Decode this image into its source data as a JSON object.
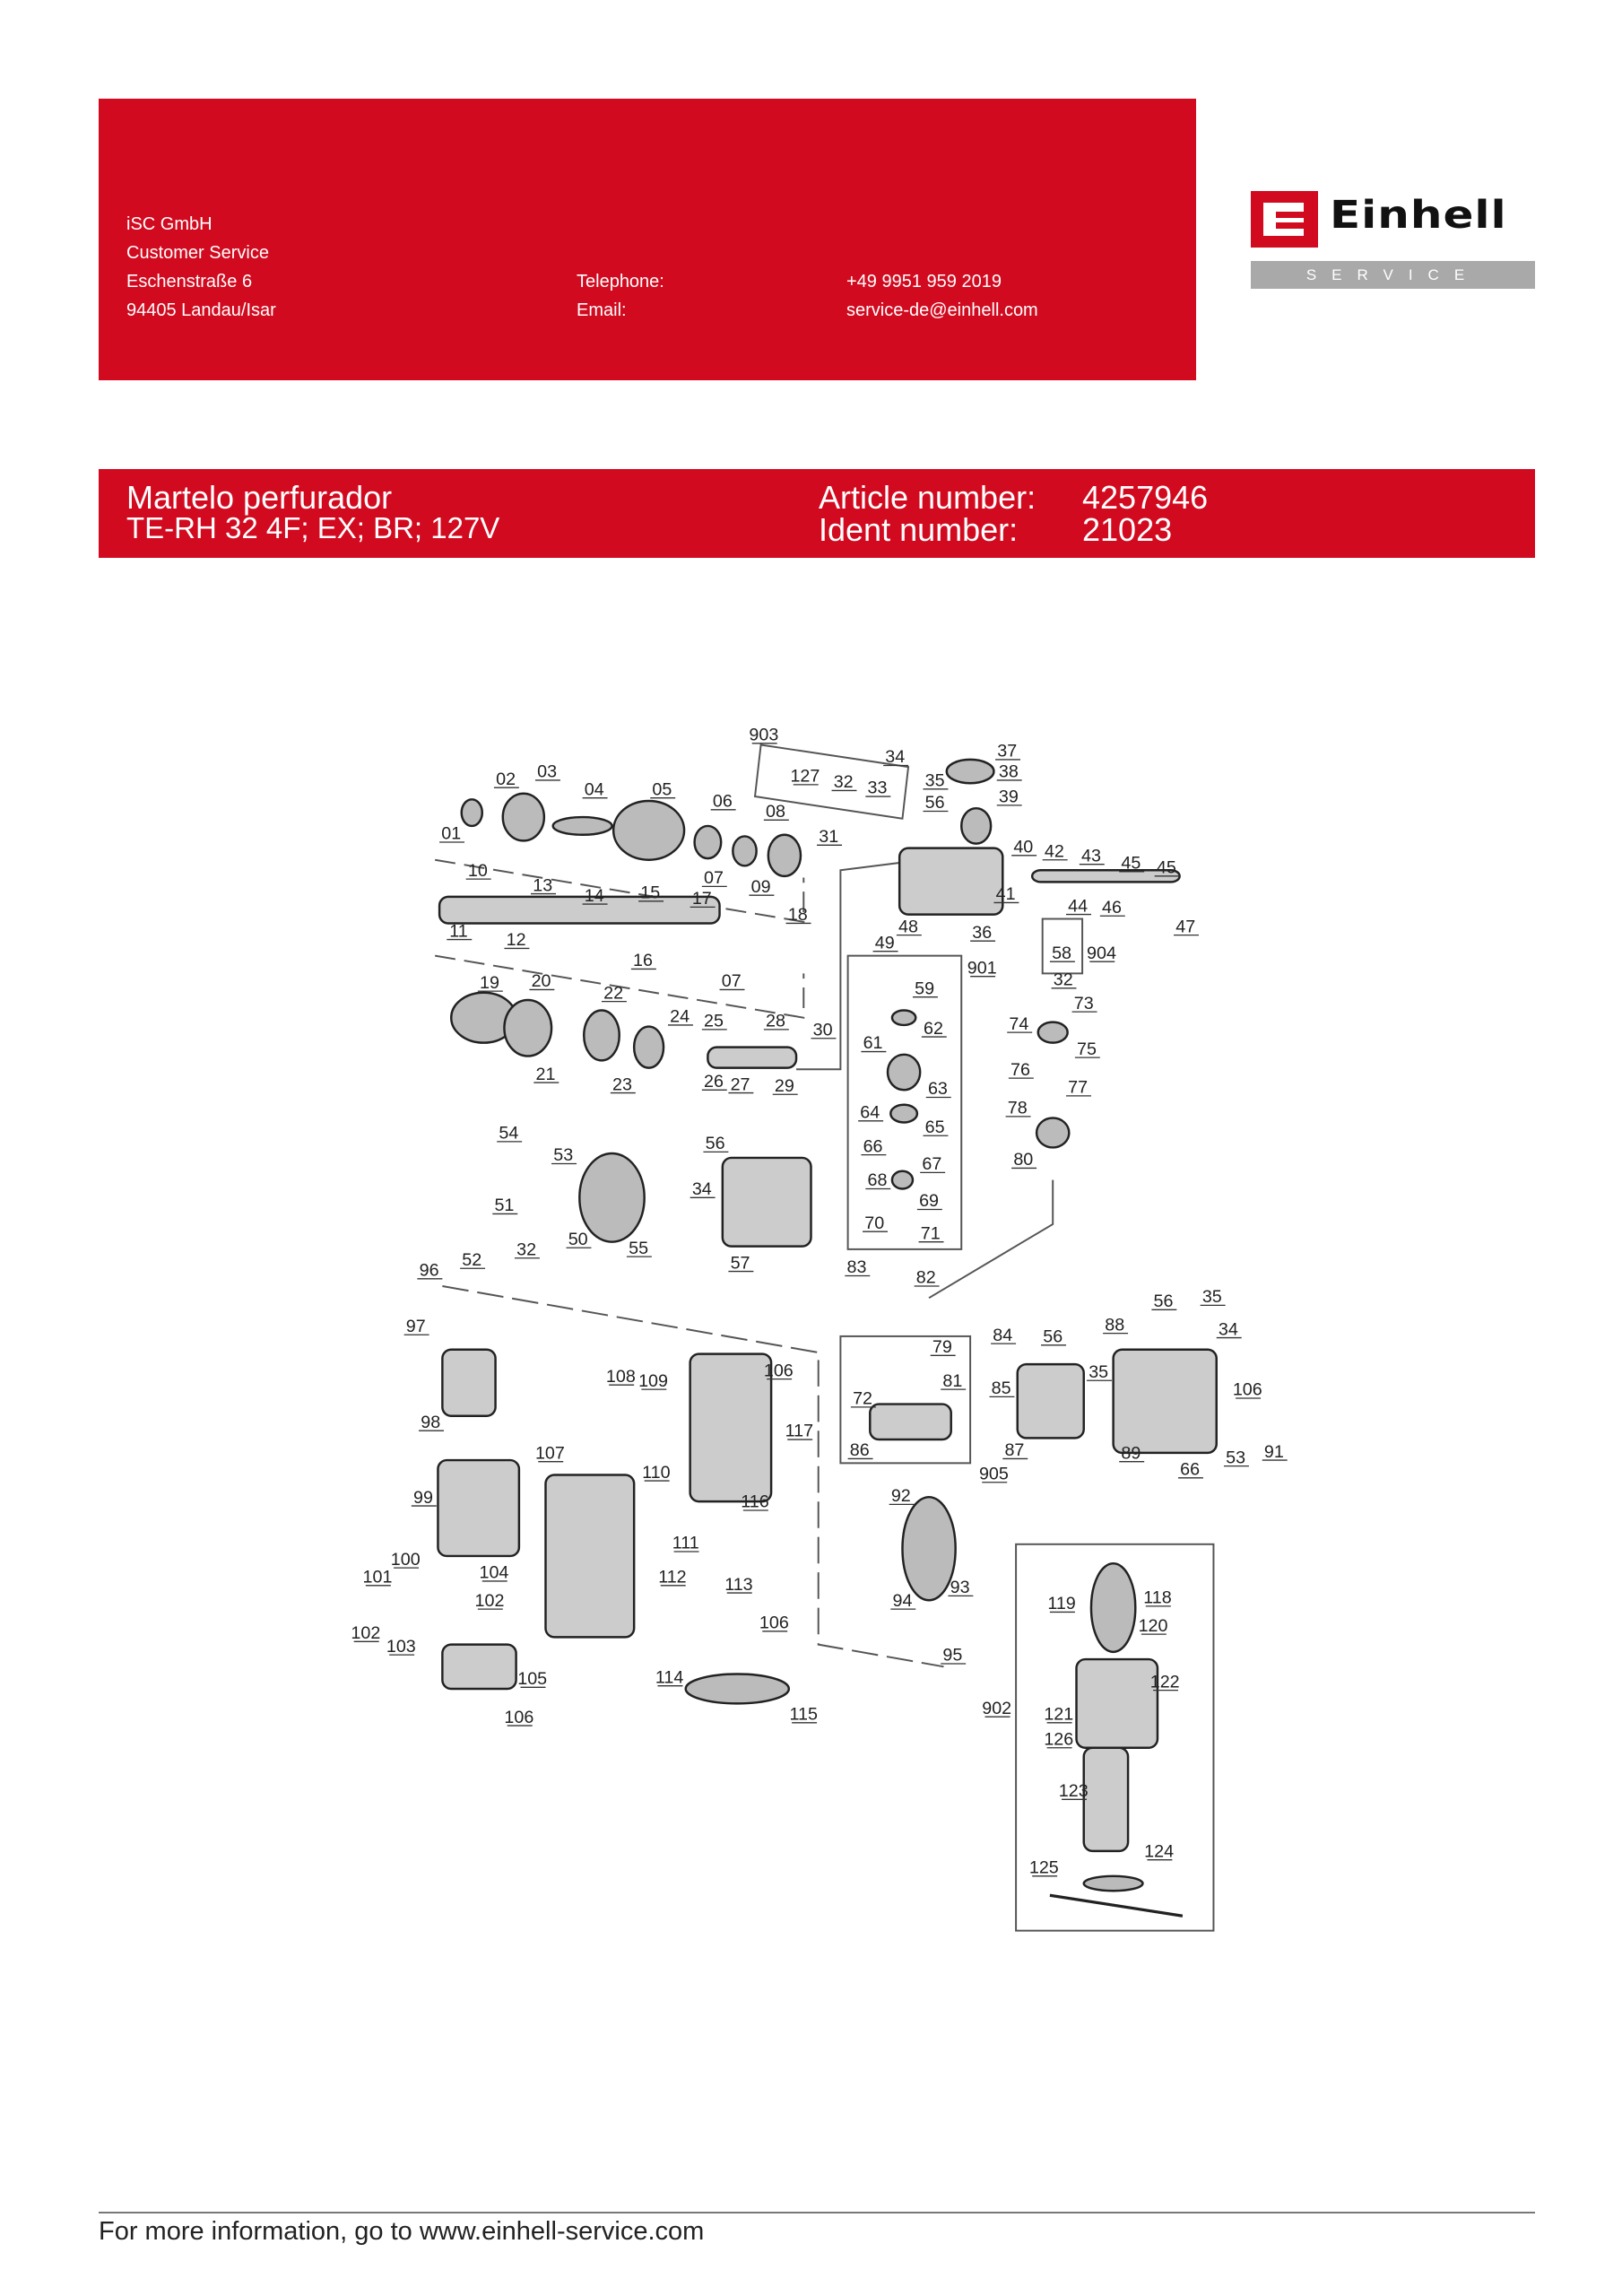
{
  "contact": {
    "company": "iSC GmbH",
    "department": "Customer Service",
    "street": "Eschenstraße 6",
    "city": "94405 Landau/Isar",
    "telephone_label": "Telephone:",
    "telephone": "+49 9951 959 2019",
    "email_label": "Email:",
    "email": "service-de@einhell.com"
  },
  "logo": {
    "brand": "Einhell",
    "tagline": "SERVICE"
  },
  "product": {
    "name": "Martelo perfurador",
    "model": "TE-RH 32 4F; EX; BR; 127V",
    "article_label": "Article number:",
    "article_number": "4257946",
    "ident_label": "Ident number:",
    "ident_number": "21023"
  },
  "colors": {
    "brand_red": "#d10a1f",
    "service_grey": "#a9a9aa"
  },
  "diagram": {
    "labels": [
      "903",
      "34",
      "37",
      "127",
      "32",
      "33",
      "35",
      "38",
      "02",
      "03",
      "04",
      "05",
      "06",
      "56",
      "39",
      "01",
      "08",
      "31",
      "07",
      "09",
      "10",
      "40",
      "42",
      "43",
      "45",
      "45",
      "13",
      "14",
      "15",
      "17",
      "41",
      "44",
      "46",
      "47",
      "11",
      "12",
      "48",
      "36",
      "49",
      "18",
      "16",
      "58",
      "904",
      "901",
      "07",
      "32",
      "19",
      "20",
      "22",
      "59",
      "73",
      "24",
      "25",
      "28",
      "74",
      "30",
      "61",
      "62",
      "75",
      "21",
      "23",
      "26",
      "27",
      "29",
      "76",
      "77",
      "63",
      "64",
      "78",
      "65",
      "54",
      "53",
      "56",
      "66",
      "67",
      "80",
      "34",
      "68",
      "69",
      "51",
      "70",
      "71",
      "50",
      "32",
      "55",
      "52",
      "57",
      "96",
      "83",
      "82",
      "97",
      "35",
      "56",
      "88",
      "84",
      "34",
      "56",
      "79",
      "106",
      "35",
      "108",
      "109",
      "81",
      "85",
      "106",
      "72",
      "117",
      "98",
      "87",
      "86",
      "89",
      "53",
      "91",
      "107",
      "110",
      "66",
      "905",
      "99",
      "116",
      "92",
      "111",
      "100",
      "104",
      "101",
      "112",
      "113",
      "118",
      "93",
      "119",
      "102",
      "94",
      "106",
      "120",
      "102",
      "103",
      "95",
      "122",
      "105",
      "114",
      "902",
      "121",
      "115",
      "106",
      "126",
      "123",
      "124",
      "125"
    ]
  },
  "footer": {
    "text": "For more information, go to www.einhell-service.com"
  }
}
